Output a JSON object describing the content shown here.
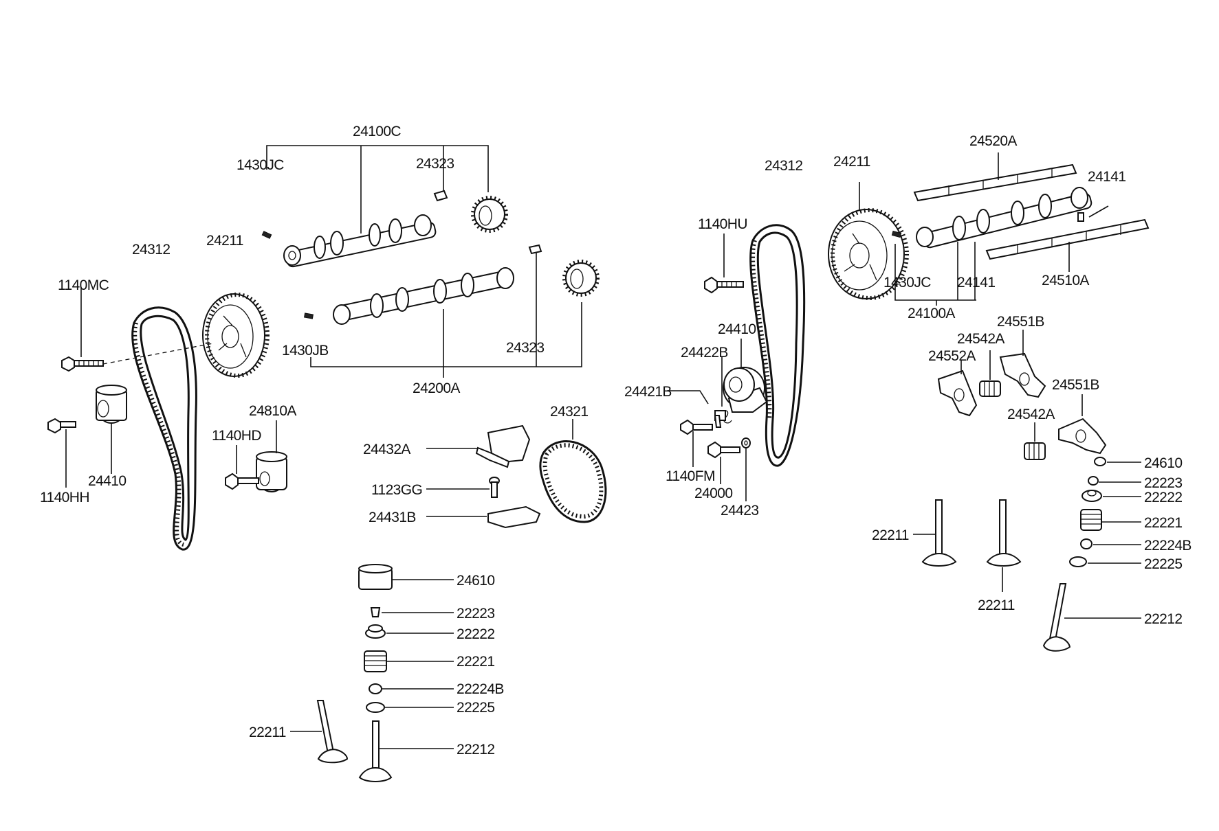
{
  "diagram": {
    "labels": {
      "l_24100C": "24100C",
      "l_1430JC_a": "1430JC",
      "l_24323_a": "24323",
      "l_24312_a": "24312",
      "l_24211_a": "24211",
      "l_1140MC": "1140MC",
      "l_1430JB": "1430JB",
      "l_24323_b": "24323",
      "l_24200A": "24200A",
      "l_24810A": "24810A",
      "l_1140HD": "1140HD",
      "l_24410_a": "24410",
      "l_1140HH": "1140HH",
      "l_24321": "24321",
      "l_24432A": "24432A",
      "l_1123GG": "1123GG",
      "l_24431B": "24431B",
      "l_24610_a": "24610",
      "l_22223_a": "22223",
      "l_22222_a": "22222",
      "l_22221_a": "22221",
      "l_22224B_a": "22224B",
      "l_22225_a": "22225",
      "l_22212_a": "22212",
      "l_22211_a": "22211",
      "l_24312_b": "24312",
      "l_24211_b": "24211",
      "l_24520A": "24520A",
      "l_24141_a": "24141",
      "l_1140HU": "1140HU",
      "l_1430JC_b": "1430JC",
      "l_24141_b": "24141",
      "l_24510A": "24510A",
      "l_24100A": "24100A",
      "l_24410_b": "24410",
      "l_24422B": "24422B",
      "l_24421B": "24421B",
      "l_1140FM": "1140FM",
      "l_24000": "24000",
      "l_24423": "24423",
      "l_24551B_a": "24551B",
      "l_24542A_a": "24542A",
      "l_24552A": "24552A",
      "l_24551B_b": "24551B",
      "l_24542A_b": "24542A",
      "l_24610_b": "24610",
      "l_22223_b": "22223",
      "l_22222_b": "22222",
      "l_22221_b": "22221",
      "l_22224B_b": "22224B",
      "l_22225_b": "22225",
      "l_22212_b": "22212",
      "l_22211_b": "22211",
      "l_22211_c": "22211"
    }
  }
}
